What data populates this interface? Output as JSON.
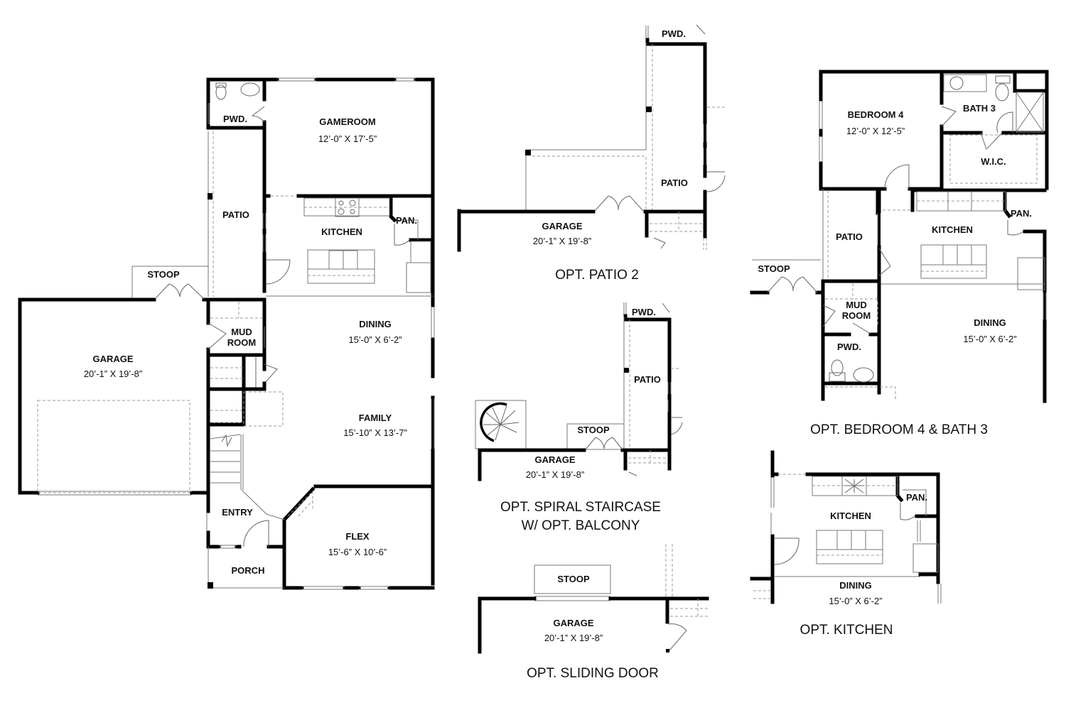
{
  "main_plan": {
    "rooms": {
      "pwd": {
        "label": "PWD."
      },
      "gameroom": {
        "label": "GAMEROOM",
        "size": "12’-0” X 17’-5”"
      },
      "patio": {
        "label": "PATIO"
      },
      "kitchen": {
        "label": "KITCHEN"
      },
      "pantry": {
        "label": "PAN."
      },
      "stoop": {
        "label": "STOOP"
      },
      "garage": {
        "label": "GARAGE",
        "size": "20’-1” X 19’-8”"
      },
      "mud_room": {
        "label_line1": "MUD",
        "label_line2": "ROOM"
      },
      "dining": {
        "label": "DINING",
        "size": "15’-0” X 6’-2”"
      },
      "family": {
        "label": "FAMILY",
        "size": "15’-10” X 13’-7”"
      },
      "entry": {
        "label": "ENTRY"
      },
      "flex": {
        "label": "FLEX",
        "size": "15’-6” X 10’-6”"
      },
      "porch": {
        "label": "PORCH"
      }
    }
  },
  "options": {
    "patio2": {
      "caption": "OPT. PATIO 2",
      "pwd": "PWD.",
      "patio": "PATIO",
      "garage": {
        "label": "GARAGE",
        "size": "20’-1” X 19’-8”"
      }
    },
    "spiral": {
      "caption_line1": "OPT. SPIRAL STAIRCASE",
      "caption_line2": "W/ OPT. BALCONY",
      "pwd": "PWD.",
      "patio": "PATIO",
      "stoop": "STOOP",
      "garage": {
        "label": "GARAGE",
        "size": "20’-1” X 19’-8”"
      }
    },
    "sliding_door": {
      "caption": "OPT. SLIDING DOOR",
      "stoop": "STOOP",
      "garage": {
        "label": "GARAGE",
        "size": "20’-1” X 19’-8”"
      }
    },
    "bedroom4": {
      "caption": "OPT. BEDROOM 4 & BATH 3",
      "bedroom": {
        "label": "BEDROOM 4",
        "size": "12’-0” X 12’-5”"
      },
      "bath": "BATH 3",
      "wic": "W.I.C.",
      "patio": "PATIO",
      "kitchen": "KITCHEN",
      "pantry": "PAN.",
      "stoop": "STOOP",
      "mud_line1": "MUD",
      "mud_line2": "ROOM",
      "pwd": "PWD.",
      "dining": {
        "label": "DINING",
        "size": "15’-0” X 6’-2”"
      }
    },
    "kitchen": {
      "caption": "OPT. KITCHEN",
      "kitchen": "KITCHEN",
      "pantry": "PAN.",
      "dining": {
        "label": "DINING",
        "size": "15’-0” X 6’-2”"
      }
    }
  }
}
